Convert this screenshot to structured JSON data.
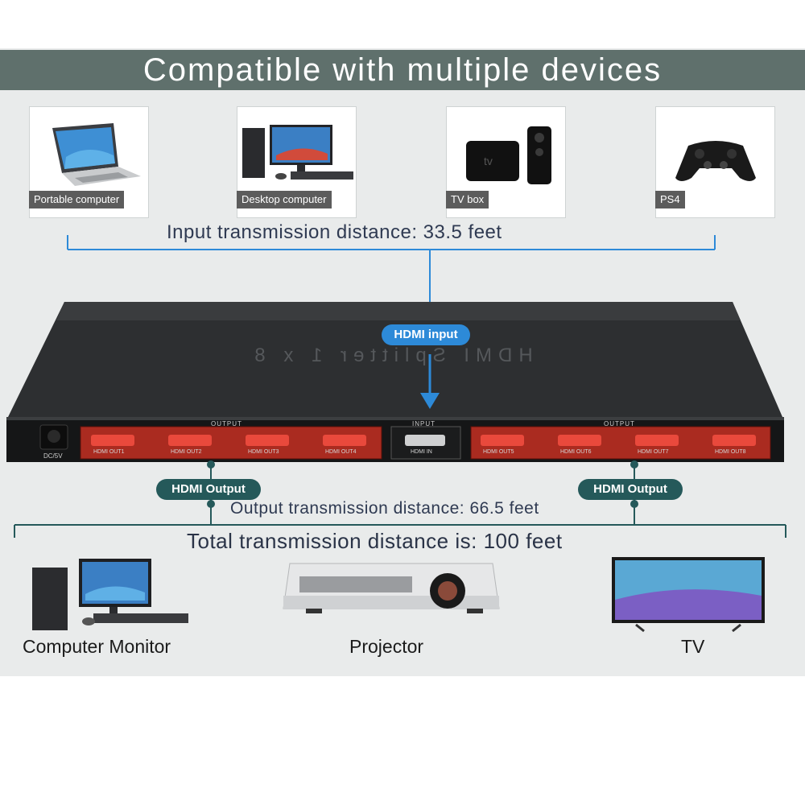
{
  "title": "Compatible with multiple devices",
  "input_devices": [
    {
      "label": "Portable computer",
      "icon": "laptop-icon"
    },
    {
      "label": "Desktop computer",
      "icon": "desktop-computer-icon"
    },
    {
      "label": "TV box",
      "icon": "tv-box-icon"
    },
    {
      "label": "PS4",
      "icon": "gamepad-icon"
    }
  ],
  "input_distance": "Input transmission distance: 33.5 feet",
  "hdmi_input_badge": "HDMI input",
  "device": {
    "top_text": "HDMI Splitter 1 x 8",
    "power_label": "DC/5V",
    "output_group_label": "OUTPUT",
    "input_group_label": "INPUT",
    "input_port": "HDMI IN",
    "outputs_left": [
      "HDMI OUT1",
      "HDMI OUT2",
      "HDMI OUT3",
      "HDMI OUT4"
    ],
    "outputs_right": [
      "HDMI OUT5",
      "HDMI OUT6",
      "HDMI OUT7",
      "HDMI OUT8"
    ]
  },
  "hdmi_output_badge_left": "HDMI Output",
  "hdmi_output_badge_right": "HDMI Output",
  "output_distance": "Output transmission distance: 66.5 feet",
  "total_distance": "Total transmission distance is: 100 feet",
  "output_devices": [
    {
      "label": "Computer Monitor",
      "icon": "computer-monitor-icon"
    },
    {
      "label": "Projector",
      "icon": "projector-icon"
    },
    {
      "label": "TV",
      "icon": "tv-icon"
    }
  ],
  "colors": {
    "banner": "#5f706c",
    "background": "#e9ebeb",
    "input_accent": "#2d8ad8",
    "output_accent": "#25595a",
    "port_red": "#c0281d"
  }
}
